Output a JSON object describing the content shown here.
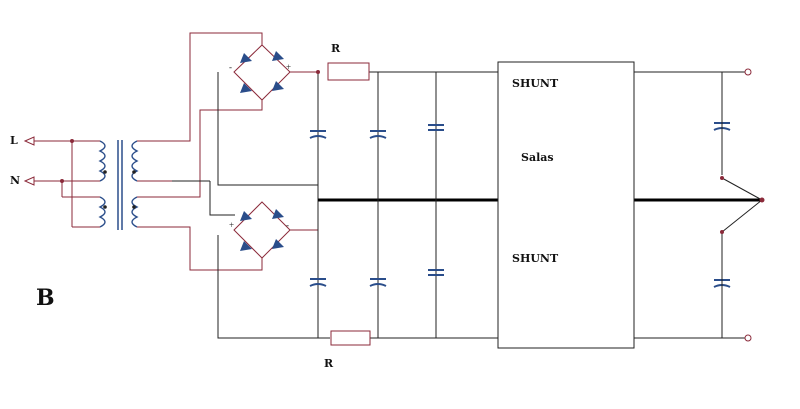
{
  "labels": {
    "figure_letter": "B",
    "input_live": "L",
    "input_neutral": "N",
    "resistor_top": "R",
    "resistor_bottom": "R",
    "shunt_top": "SHUNT",
    "shunt_bottom": "SHUNT",
    "center_label": "Salas"
  },
  "colors": {
    "wire": "#222222",
    "pin_wire": "#8b2a3a",
    "component": "#2a4d8a"
  }
}
